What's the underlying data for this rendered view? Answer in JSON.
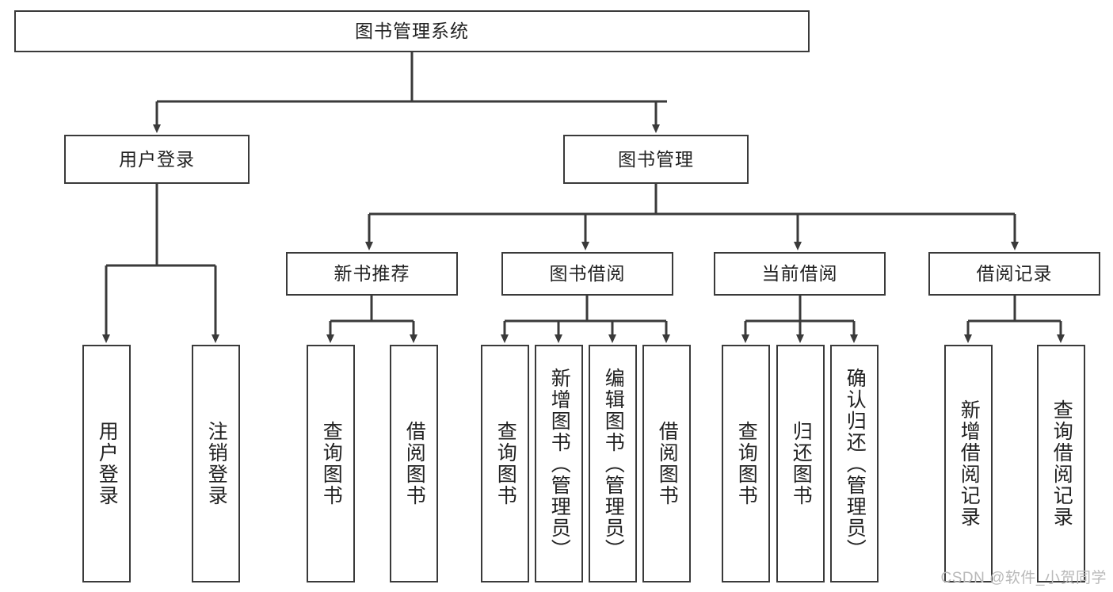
{
  "diagram": {
    "type": "tree",
    "title": "图书管理系统",
    "orientation": "top-down",
    "colors": {
      "background": "#ffffff",
      "node_border": "#3a3a3a",
      "node_fill": "#ffffff",
      "connector": "#3a3a3a",
      "text": "#222222",
      "watermark": "#b9b9b9"
    },
    "root": {
      "label": "图书管理系统"
    },
    "level2": [
      {
        "label": "用户登录"
      },
      {
        "label": "图书管理"
      }
    ],
    "level3": [
      {
        "label": "新书推荐"
      },
      {
        "label": "图书借阅"
      },
      {
        "label": "当前借阅"
      },
      {
        "label": "借阅记录"
      }
    ],
    "leaves": {
      "user_login": [
        {
          "label": "用户登录"
        },
        {
          "label": "注销登录"
        }
      ],
      "new_book_recommend": [
        {
          "label": "查询图书"
        },
        {
          "label": "借阅图书"
        }
      ],
      "book_borrow": [
        {
          "label": "查询图书"
        },
        {
          "label": "新增图书（管理员）"
        },
        {
          "label": "编辑图书（管理员）"
        },
        {
          "label": "借阅图书"
        }
      ],
      "current_borrow": [
        {
          "label": "查询图书"
        },
        {
          "label": "归还图书"
        },
        {
          "label": "确认归还（管理员）"
        }
      ],
      "borrow_records": [
        {
          "label": "新增借阅记录"
        },
        {
          "label": "查询借阅记录"
        }
      ]
    }
  },
  "watermark": {
    "text": "CSDN @软件_小贺同学"
  }
}
